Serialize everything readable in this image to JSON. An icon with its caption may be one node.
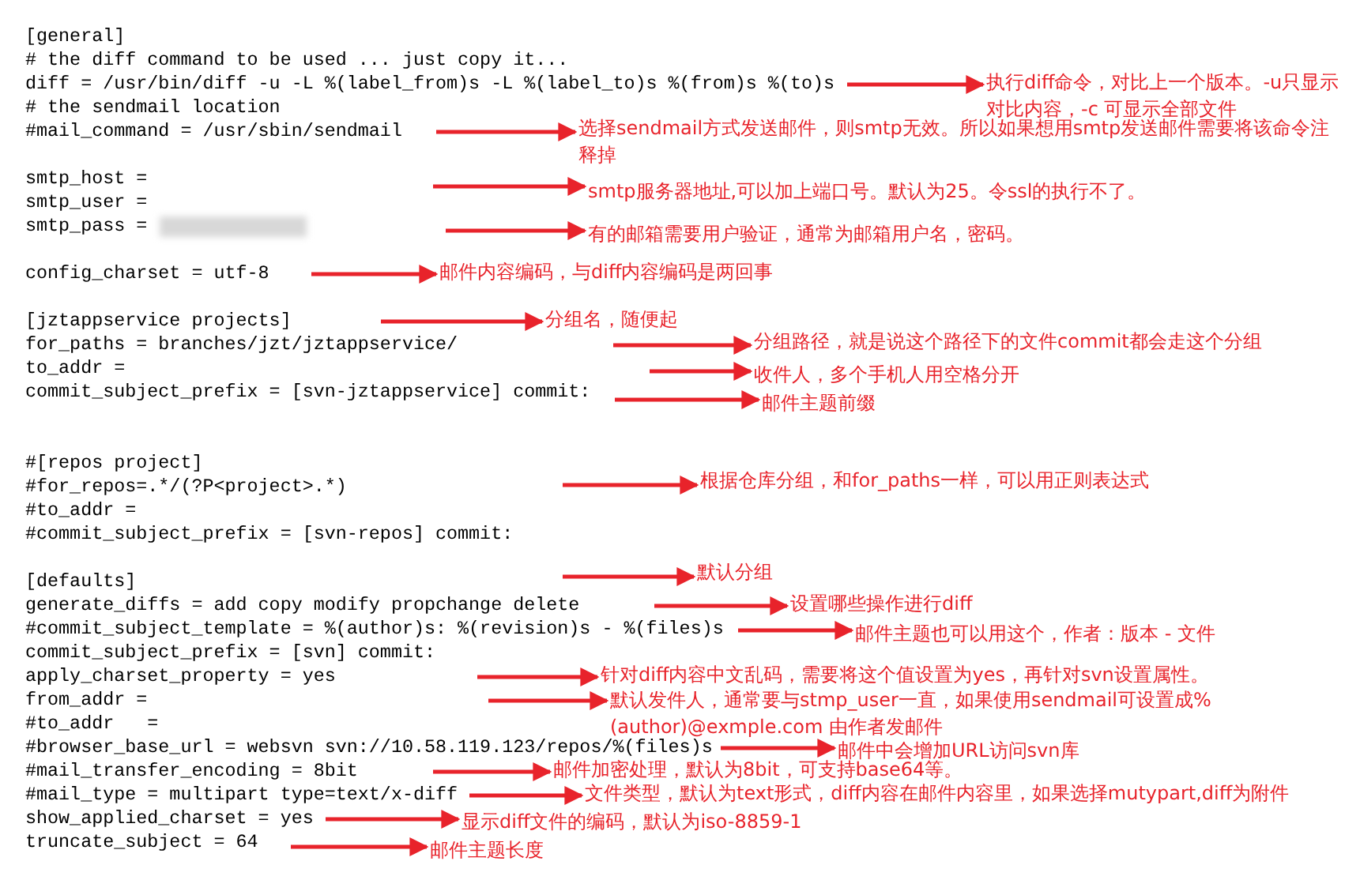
{
  "diagram": {
    "nodes": [
      {
        "text": [
          "diff = /usr/bin/diff -u -L %(label_from)s -L %(label_to)s %(from)s %(to)s"
        ]
      },
      {
        "text": [
          "执行diff命令，对比上一个版本。-u只显示对比内容，-c 可显示全部文件"
        ]
      },
      {
        "text": [
          "#mail_command = /usr/sbin/sendmail"
        ]
      },
      {
        "text": [
          "选择sendmail方式发送邮件，则smtp无效。所以如果想用smtp发送邮件需要将该命令注释掉"
        ]
      },
      {
        "text": [
          "smtp_host ="
        ]
      },
      {
        "text": [
          "smtp服务器地址,可以加上端口号。默认为25。令ssl的执行不了。"
        ]
      },
      {
        "text": [
          "smtp_pass ="
        ]
      },
      {
        "text": [
          "有的邮箱需要用户验证，通常为邮箱用户名，密码。"
        ]
      },
      {
        "text": [
          "config_charset = utf-8"
        ]
      },
      {
        "text": [
          "邮件内容编码，与diff内容编码是两回事"
        ]
      },
      {
        "text": [
          "[jztappservice projects]"
        ]
      },
      {
        "text": [
          "分组名，随便起"
        ]
      },
      {
        "text": [
          "for_paths = branches/jzt/jztappservice/"
        ]
      },
      {
        "text": [
          "分组路径，就是说这个路径下的文件commit都会走这个分组"
        ]
      },
      {
        "text": [
          "to_addr ="
        ]
      },
      {
        "text": [
          "收件人，多个手机人用空格分开"
        ]
      },
      {
        "text": [
          "commit_subject_prefix = [svn-jztappservice] commit:"
        ]
      },
      {
        "text": [
          "邮件主题前缀"
        ]
      },
      {
        "text": [
          "#for_repos=.*/(?P<project>.*)"
        ]
      },
      {
        "text": [
          "根据仓库分组，和for_paths一样，可以用正则表达式"
        ]
      },
      {
        "text": [
          "[defaults]"
        ]
      },
      {
        "text": [
          "默认分组"
        ]
      },
      {
        "text": [
          "generate_diffs = add copy modify propchange delete"
        ]
      },
      {
        "text": [
          "设置哪些操作进行diff"
        ]
      },
      {
        "text": [
          "#commit_subject_template = %(author)s: %(revision)s - %(files)s"
        ]
      },
      {
        "text": [
          "邮件主题也可以用这个，作者：版本 - 文件"
        ]
      },
      {
        "text": [
          "apply_charset_property = yes"
        ]
      },
      {
        "text": [
          "针对diff内容中文乱码，需要将这个值设置为yes，再针对svn设置属性。"
        ]
      },
      {
        "text": [
          "from_addr ="
        ]
      },
      {
        "text": [
          "默认发件人，通常要与stmp_user一直，如果使用sendmail可设置成%(author)@exmple.com 由作者发邮件"
        ]
      },
      {
        "text": [
          "#browser_base_url = websvn svn://10.58.119.123/repos/%(files)s"
        ]
      },
      {
        "text": [
          "邮件中会增加URL访问svn库"
        ]
      },
      {
        "text": [
          "#mail_transfer_encoding = 8bit"
        ]
      },
      {
        "text": [
          "邮件加密处理，默认为8bit，可支持base64等。"
        ]
      },
      {
        "text": [
          "#mail_type = multipart type=text/x-diff"
        ]
      },
      {
        "text": [
          "文件类型，默认为text形式，diff内容在邮件内容里，如果选择mutypart,diff为附件"
        ]
      },
      {
        "text": [
          "show_applied_charset = yes"
        ]
      },
      {
        "text": [
          "显示diff文件的编码，默认为iso-8859-1"
        ]
      },
      {
        "text": [
          "truncate_subject = 64"
        ]
      },
      {
        "text": [
          "邮件主题长度"
        ]
      }
    ],
    "edges": [
      {
        "from": 0,
        "to": 1,
        "arrow": "to"
      },
      {
        "from": 2,
        "to": 3,
        "arrow": "to"
      },
      {
        "from": 4,
        "to": 5,
        "arrow": "to"
      },
      {
        "from": 6,
        "to": 7,
        "arrow": "to"
      },
      {
        "from": 8,
        "to": 9,
        "arrow": "to"
      },
      {
        "from": 10,
        "to": 11,
        "arrow": "to"
      },
      {
        "from": 12,
        "to": 13,
        "arrow": "to"
      },
      {
        "from": 14,
        "to": 15,
        "arrow": "to"
      },
      {
        "from": 16,
        "to": 17,
        "arrow": "to"
      },
      {
        "from": 18,
        "to": 19,
        "arrow": "to"
      },
      {
        "from": 20,
        "to": 21,
        "arrow": "to"
      },
      {
        "from": 22,
        "to": 23,
        "arrow": "to"
      },
      {
        "from": 24,
        "to": 25,
        "arrow": "to"
      },
      {
        "from": 26,
        "to": 27,
        "arrow": "to"
      },
      {
        "from": 28,
        "to": 29,
        "arrow": "to"
      },
      {
        "from": 30,
        "to": 31,
        "arrow": "to"
      },
      {
        "from": 32,
        "to": 33,
        "arrow": "to"
      },
      {
        "from": 34,
        "to": 35,
        "arrow": "to"
      },
      {
        "from": 36,
        "to": 37,
        "arrow": "to"
      },
      {
        "from": 38,
        "to": 39,
        "arrow": "to"
      }
    ],
    "labels": [
      "[general]",
      "# the diff command to be used ... just copy it...",
      "# the sendmail location",
      "smtp_user =",
      "#[repos project]",
      "#to_addr =",
      "#commit_subject_prefix = [svn-repos] commit:",
      "commit_subject_prefix = [svn] commit:",
      "#to_addr   ="
    ]
  }
}
